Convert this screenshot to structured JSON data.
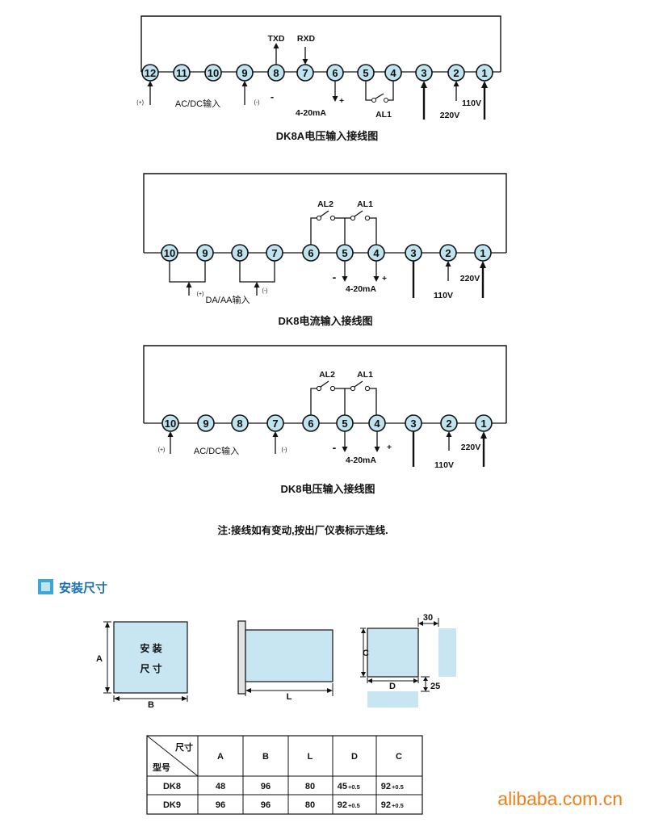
{
  "diagrams": [
    {
      "caption": "DK8A电压输入接线图",
      "input_label": "AC/DC输入",
      "plus": "(+)",
      "minus": "(-)",
      "txd": "TXD",
      "rxd": "RXD",
      "ma": "4-20mA",
      "al1": "AL1",
      "v220": "220V",
      "v110": "110V",
      "terminals": [
        "12",
        "11",
        "10",
        "9",
        "8",
        "7",
        "6",
        "5",
        "4",
        "3",
        "2",
        "1"
      ]
    },
    {
      "caption": "DK8电流输入接线图",
      "input_label": "DA/AA输入",
      "plus": "(+)",
      "minus": "(-)",
      "ma": "4-20mA",
      "al1": "AL1",
      "al2": "AL2",
      "v220": "220V",
      "v110": "110V",
      "terminals": [
        "10",
        "9",
        "8",
        "7",
        "6",
        "5",
        "4",
        "3",
        "2",
        "1"
      ]
    },
    {
      "caption": "DK8电压输入接线图",
      "input_label": "AC/DC输入",
      "plus": "(+)",
      "minus": "(-)",
      "ma": "4-20mA",
      "al1": "AL1",
      "al2": "AL2",
      "v220": "220V",
      "v110": "110V",
      "terminals": [
        "10",
        "9",
        "8",
        "7",
        "6",
        "5",
        "4",
        "3",
        "2",
        "1"
      ]
    }
  ],
  "note": "注:接线如有变动,按出厂仪表标示连线.",
  "section_title": "安装尺寸",
  "panel_label": [
    "安 装",
    "尺 寸"
  ],
  "dim_labels": {
    "A": "A",
    "B": "B",
    "L": "L",
    "C": "C",
    "D": "D",
    "d30": "30",
    "d25": "25"
  },
  "table": {
    "header_top": "尺寸",
    "header_bottom": "型号",
    "columns": [
      "A",
      "B",
      "L",
      "D",
      "C"
    ],
    "rows": [
      {
        "model": "DK8",
        "A": "48",
        "B": "96",
        "L": "80",
        "D": "45",
        "D_tol": "+0.5",
        "C": "92",
        "C_tol": "+0.5"
      },
      {
        "model": "DK9",
        "A": "96",
        "B": "96",
        "L": "80",
        "D": "92",
        "D_tol": "+0.5",
        "C": "92",
        "C_tol": "+0.5"
      }
    ]
  },
  "watermark": "alibaba.com.cn",
  "colors": {
    "terminal_fill": "#bfe3ef",
    "panel_fill": "#c7e6f1",
    "section_icon": "#3aa7dc",
    "watermark": "#ef7f1a"
  }
}
